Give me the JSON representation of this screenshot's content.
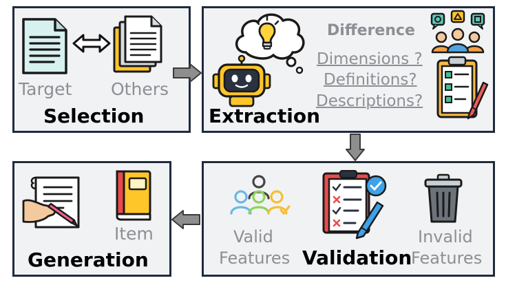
{
  "selection": {
    "title": "Selection",
    "target_label": "Target",
    "others_label": "Others"
  },
  "extraction": {
    "title": "Extraction",
    "heading": "Difference",
    "questions": [
      "Dimensions ?",
      "Definitions?",
      "Descriptions?"
    ]
  },
  "validation": {
    "title": "Validation",
    "valid_label": [
      "Valid",
      "Features"
    ],
    "invalid_label": [
      "Invalid",
      "Features"
    ]
  },
  "generation": {
    "title": "Generation",
    "item_label": "Item"
  },
  "colors": {
    "panel_border": "#1f2b3d",
    "panel_fill": "#f1f2f4",
    "arrow_fill": "#8e8e8e",
    "muted_text": "#8c8f94"
  }
}
